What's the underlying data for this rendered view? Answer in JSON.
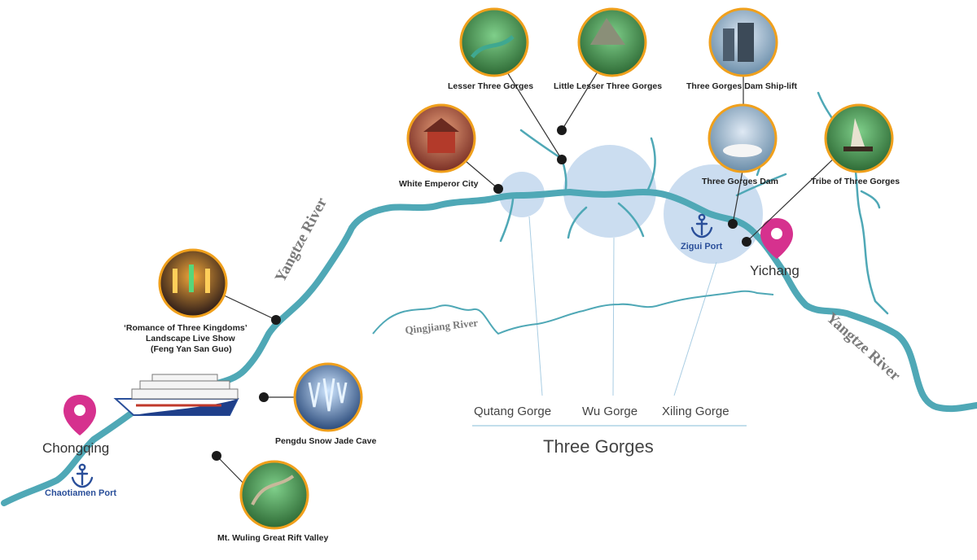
{
  "map": {
    "cities": {
      "chongqing": "Chongqing",
      "yichang": "Yichang"
    },
    "ports": {
      "chaotiamen": "Chaotiamen Port",
      "zigui": "Zigui Port"
    },
    "rivers": {
      "yangtze_upper": "Yangtze River",
      "yangtze_lower": "Yangtze River",
      "qingjiang": "Qingjiang River"
    },
    "attractions": {
      "lesser_three_gorges": "Lesser Three Gorges",
      "little_lesser_three_gorges": "Little Lesser Three Gorges",
      "ship_lift": "Three Gorges Dam Ship-lift",
      "white_emperor_city": "White Emperor City",
      "three_gorges_dam": "Three Gorges Dam",
      "tribe_of_three_gorges": "Tribe of Three Gorges",
      "romance_line1": "‘Romance of Three Kingdoms’",
      "romance_line2": "Landscape Live Show",
      "romance_line3": "(Feng Yan San Guo)",
      "pengdu_cave": "Pengdu Snow Jade Cave",
      "wuling_valley": "Mt. Wuling Great Rift Valley"
    },
    "gorges": {
      "qutang": "Qutang Gorge",
      "wu": "Wu Gorge",
      "xiling": "Xiling Gorge",
      "title": "Three Gorges"
    },
    "colors": {
      "river": "#4fa8b6",
      "gorge_circle": "#c5d9ee",
      "marker": "#d6318e",
      "port": "#2a4f9a",
      "photo_border": "#f0a01c"
    }
  }
}
